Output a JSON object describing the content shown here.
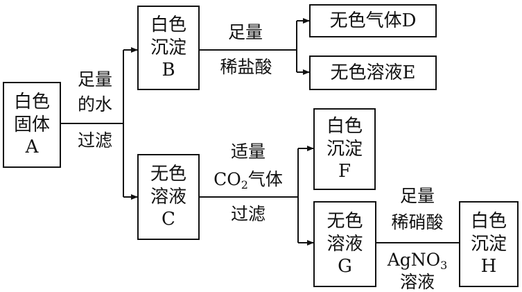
{
  "boxes": {
    "A": {
      "line1": "白色",
      "line2": "固体",
      "line3": "A"
    },
    "B": {
      "line1": "白色",
      "line2": "沉淀",
      "line3": "B"
    },
    "C": {
      "line1": "无色",
      "line2": "溶液",
      "line3": "C"
    },
    "D": {
      "text": "无色气体D"
    },
    "E": {
      "text": "无色溶液E"
    },
    "F": {
      "line1": "白色",
      "line2": "沉淀",
      "line3": "F"
    },
    "G": {
      "line1": "无色",
      "line2": "溶液",
      "line3": "G"
    },
    "H": {
      "line1": "白色",
      "line2": "沉淀",
      "line3": "H"
    }
  },
  "labels": {
    "step1_top1": "足量",
    "step1_top2": "的水",
    "step1_bottom": "过滤",
    "step2_top": "足量",
    "step2_bottom": "稀盐酸",
    "step3_top1": "适量",
    "step3_co": "CO",
    "step3_sub": "2",
    "step3_gas": "气体",
    "step3_bottom": "过滤",
    "step4_top1": "足量",
    "step4_top2": "稀硝酸",
    "step4_agno": "AgNO",
    "step4_sub": "3",
    "step4_bottom": "溶液"
  }
}
